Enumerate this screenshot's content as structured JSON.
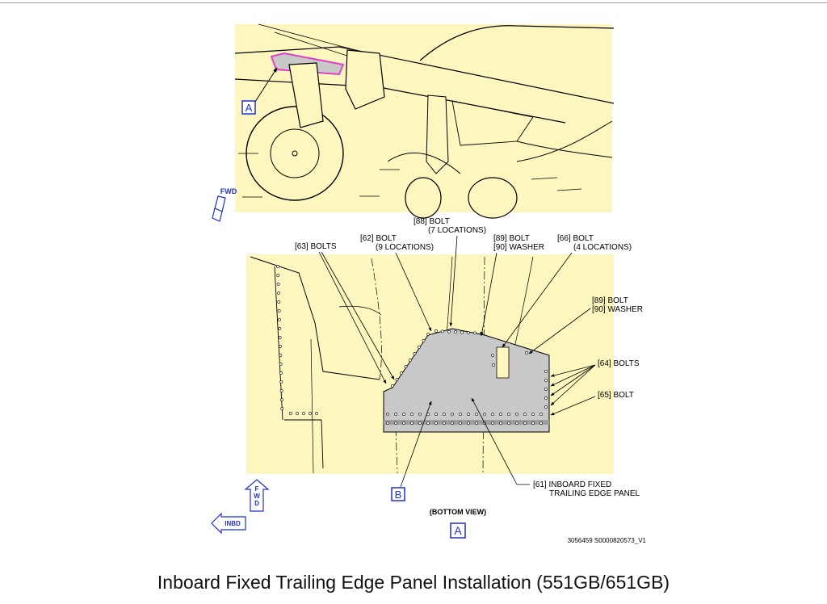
{
  "title": "Inboard Fixed Trailing Edge Panel Installation (551GB/651GB)",
  "figure_id": "3056459 S0000820573_V1",
  "view_caption": "(BOTTOM VIEW)",
  "detail_a": "A",
  "detail_b": "B",
  "fwd_label": "FWD",
  "inbd_label": "INBD",
  "callouts": {
    "bolts_63": "[63] BOLTS",
    "bolt_62": "[62] BOLT",
    "bolt_62_sub": "(9 LOCATIONS)",
    "bolt_88": "[88] BOLT",
    "bolt_88_sub": "(7 LOCATIONS)",
    "bolt_89a": "[89] BOLT",
    "washer_90a": "[90] WASHER",
    "bolt_66": "[66] BOLT",
    "bolt_66_sub": "(4 LOCATIONS)",
    "bolt_89b": "[89] BOLT",
    "washer_90b": "[90] WASHER",
    "bolts_64": "[64] BOLTS",
    "bolt_65": "[65] BOLT",
    "panel_61": "[61] INBOARD FIXED",
    "panel_61_sub": "TRAILING EDGE PANEL"
  },
  "colors": {
    "background_fill": "#fdf7bf",
    "panel_fill": "#c8c8c8",
    "highlight": "#e040c8",
    "blue": "#1f2fd6"
  }
}
